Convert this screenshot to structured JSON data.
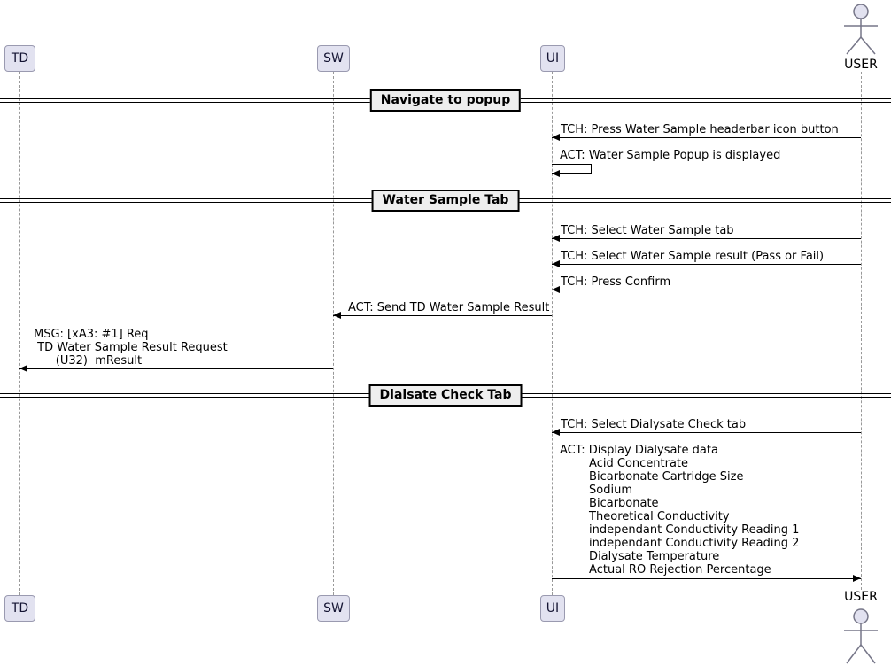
{
  "diagram_type": "sequence",
  "participants": [
    {
      "label": "TD"
    },
    {
      "label": "SW"
    },
    {
      "label": "UI"
    }
  ],
  "actor": {
    "label": "USER"
  },
  "dividers": [
    {
      "label": "Navigate to popup"
    },
    {
      "label": "Water Sample Tab"
    },
    {
      "label": "Dialsate Check Tab"
    }
  ],
  "messages": {
    "m1": {
      "from": "USER",
      "to": "UI",
      "label": "TCH: Press Water Sample headerbar icon button"
    },
    "m2": {
      "from": "UI",
      "to": "UI",
      "label": "ACT: Water Sample Popup is displayed"
    },
    "m3": {
      "from": "USER",
      "to": "UI",
      "label": "TCH: Select Water Sample tab"
    },
    "m4": {
      "from": "USER",
      "to": "UI",
      "label": "TCH: Select Water Sample result (Pass or Fail)"
    },
    "m5": {
      "from": "USER",
      "to": "UI",
      "label": "TCH: Press Confirm"
    },
    "m6": {
      "from": "UI",
      "to": "SW",
      "label": "ACT: Send TD Water Sample Result"
    },
    "m7": {
      "from": "SW",
      "to": "TD",
      "lines": [
        "MSG: [xA3: #1] Req",
        " TD Water Sample Result Request",
        "      (U32)  mResult"
      ]
    },
    "m8": {
      "from": "USER",
      "to": "UI",
      "label": "TCH: Select Dialysate Check tab"
    },
    "m9": {
      "from": "UI",
      "to": "USER",
      "lines": [
        "ACT: Display Dialysate data",
        "        Acid Concentrate",
        "        Bicarbonate Cartridge Size",
        "        Sodium",
        "        Bicarbonate",
        "        Theoretical Conductivity",
        "        independant Conductivity Reading 1",
        "        independant Conductivity Reading 2",
        "        Dialysate Temperature",
        "        Actual RO Rejection Percentage"
      ]
    }
  },
  "colors": {
    "participant_fill": "#E2E2F0",
    "participant_border": "#9A9AB0",
    "divider_fill": "#EEEEEE",
    "divider_border": "#000000",
    "lifeline": "#999999",
    "arrow": "#000000",
    "text": "#000000"
  }
}
